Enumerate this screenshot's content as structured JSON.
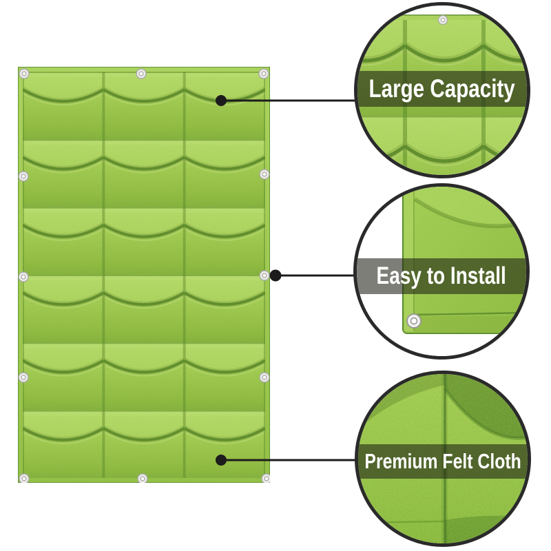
{
  "subject": "green felt wall-hanging vertical garden planter with pockets, annotated with three feature callouts",
  "product": {
    "grid_rows": 6,
    "grid_cols": 3,
    "pocket_count": 18,
    "grommet_count": 12
  },
  "callouts": [
    {
      "id": "large-capacity",
      "label": "Large Capacity"
    },
    {
      "id": "easy-to-install",
      "label": "Easy to Install"
    },
    {
      "id": "premium-felt-cloth",
      "label": "Premium Felt Cloth"
    }
  ],
  "colors": {
    "background": "#ffffff",
    "felt_green": "#84b841",
    "felt_green_light": "#9ccb52",
    "felt_green_dark": "#49701f",
    "callout_ring": "#2a2a2a",
    "callout_line": "#1c1c1c",
    "label_band": "rgba(30,33,20,0.58)",
    "label_text": "#ffffff",
    "grommet": "#ececea"
  }
}
